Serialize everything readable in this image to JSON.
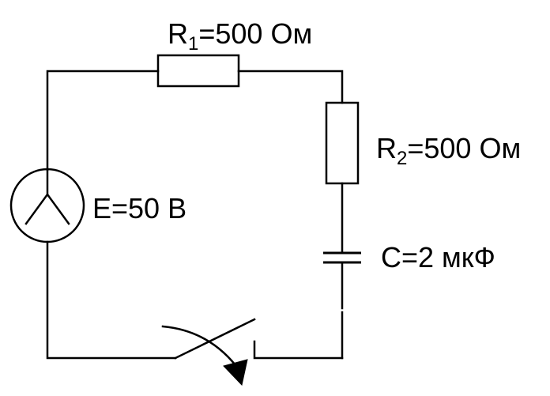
{
  "diagram": {
    "r1_label": {
      "symbol": "R",
      "subscript": "1",
      "value": "=500 Ом"
    },
    "r2_label": {
      "symbol": "R",
      "subscript": "2",
      "value": "=500 Ом"
    },
    "e_label": "E=50 В",
    "c_label": "C=2 мкФ"
  }
}
